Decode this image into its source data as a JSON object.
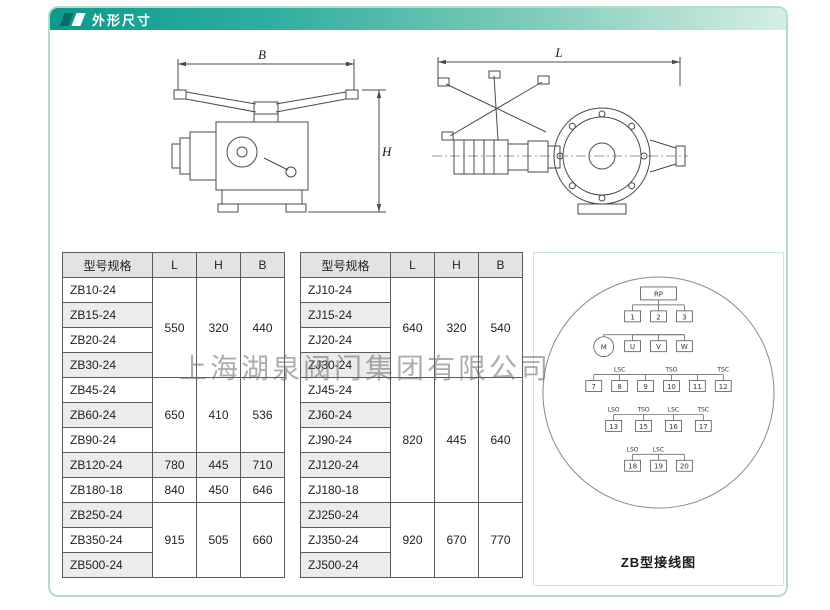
{
  "header": {
    "title": "外形尺寸"
  },
  "watermark": "上海湖泉阀门集团有限公司",
  "drawings": {
    "front": {
      "width_label": "B",
      "height_label": "H"
    },
    "side": {
      "length_label": "L"
    }
  },
  "tables": [
    {
      "name": "zb",
      "headers": [
        "型号规格",
        "L",
        "H",
        "B"
      ],
      "groups": [
        {
          "models": [
            "ZB10-24",
            "ZB15-24",
            "ZB20-24",
            "ZB30-24"
          ],
          "L": "550",
          "H": "320",
          "B": "440"
        },
        {
          "models": [
            "ZB45-24",
            "ZB60-24",
            "ZB90-24"
          ],
          "L": "650",
          "H": "410",
          "B": "536"
        },
        {
          "models": [
            "ZB120-24"
          ],
          "L": "780",
          "H": "445",
          "B": "710"
        },
        {
          "models": [
            "ZB180-18"
          ],
          "L": "840",
          "H": "450",
          "B": "646"
        },
        {
          "models": [
            "ZB250-24",
            "ZB350-24",
            "ZB500-24"
          ],
          "L": "915",
          "H": "505",
          "B": "660"
        }
      ]
    },
    {
      "name": "zj",
      "headers": [
        "型号规格",
        "L",
        "H",
        "B"
      ],
      "groups": [
        {
          "models": [
            "ZJ10-24",
            "ZJ15-24",
            "ZJ20-24",
            "ZJ30-24"
          ],
          "L": "640",
          "H": "320",
          "B": "540"
        },
        {
          "models": [
            "ZJ45-24",
            "ZJ60-24",
            "ZJ90-24",
            "ZJ120-24",
            "ZJ180-18"
          ],
          "L": "820",
          "H": "445",
          "B": "640"
        },
        {
          "models": [
            "ZJ250-24",
            "ZJ350-24",
            "ZJ500-24"
          ],
          "L": "920",
          "H": "670",
          "B": "770"
        }
      ]
    }
  ],
  "wiring": {
    "caption": "ZB型接线图",
    "rp_label": "RP",
    "motor_label": "M",
    "rp_terminals": [
      "1",
      "2",
      "3"
    ],
    "motor_terminals": [
      "U",
      "V",
      "W"
    ],
    "rows": [
      {
        "items": [
          {
            "n": "7"
          },
          {
            "n": "8",
            "tag": "LSC"
          },
          {
            "n": "9"
          },
          {
            "n": "10",
            "tag": "TSO"
          },
          {
            "n": "11"
          },
          {
            "n": "12",
            "tag": "TSC"
          }
        ]
      },
      {
        "items": [
          {
            "n": "13",
            "tag": "LSO"
          },
          {
            "n": "15",
            "tag": "TSO"
          },
          {
            "n": "16",
            "tag": "LSC"
          },
          {
            "n": "17",
            "tag": "TSC"
          }
        ]
      },
      {
        "items": [
          {
            "n": "18",
            "tag": "LSO"
          },
          {
            "n": "19",
            "tag": "LSC"
          },
          {
            "n": "20"
          }
        ]
      }
    ]
  }
}
